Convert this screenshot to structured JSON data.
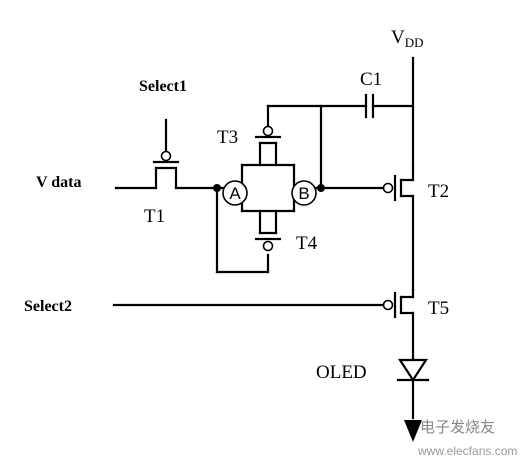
{
  "labels": {
    "vdd_main": "V",
    "vdd_sub": "DD",
    "c1": "C1",
    "select1": "Select1",
    "select2": "Select2",
    "vdata": "V data",
    "t1": "T1",
    "t2": "T2",
    "t3": "T3",
    "t4": "T4",
    "t5": "T5",
    "oled": "OLED",
    "node_a": "A",
    "node_b": "B"
  },
  "watermark": {
    "text": "电子发烧友",
    "url": "www.elecfans.com"
  }
}
